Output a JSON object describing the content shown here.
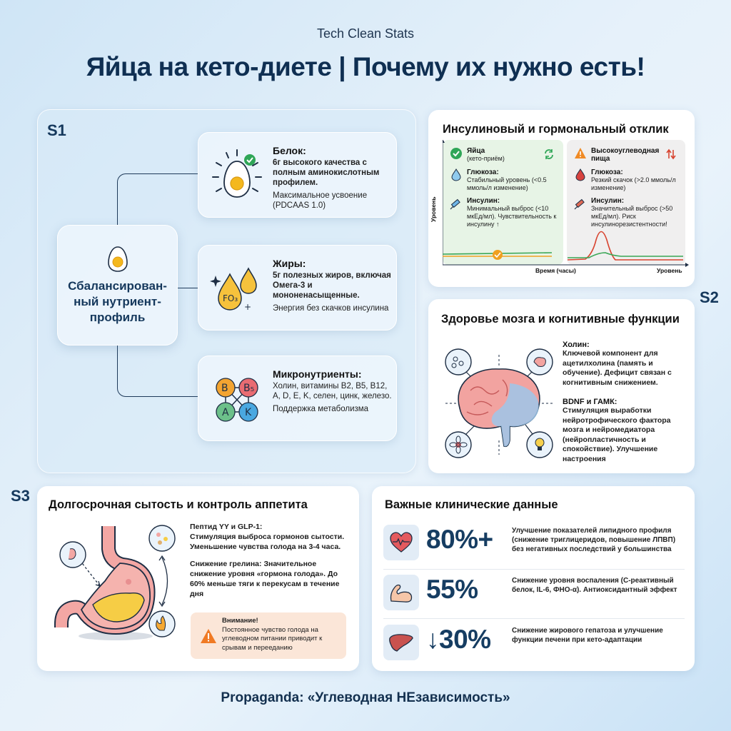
{
  "header": {
    "brand": "Tech Clean Stats",
    "title": "Яйца на кето-диете | Почему их нужно есть!"
  },
  "footer": {
    "text": "Propaganda: «Углеводная НЕзависимость»"
  },
  "section_labels": {
    "s1": "S1",
    "s2": "S2",
    "s3": "S3"
  },
  "s1": {
    "hub": {
      "icon": "egg-icon",
      "text": "Сбалансирован-ный нутриент-профиль"
    },
    "cards": [
      {
        "icon": "egg-check-icon",
        "title": "Белок:",
        "body": "6г высокого качества с полным аминокислотным профилем.",
        "note": "Максимальное усвоение (PDCAAS 1.0)"
      },
      {
        "icon": "fat-drops-icon",
        "title": "Жиры:",
        "body": "5г полезных жиров, включая Омега-3 и мононенасыщенные.",
        "note": "Энергия без скачков инсулина"
      },
      {
        "icon": "vitamins-icon",
        "title": "Микронутриенты:",
        "body": "Холин, витамины B2, B5, B12, A, D, E, K, селен, цинк, железо.",
        "note": "Поддержка метаболизма",
        "vitamin_badges": [
          "B",
          "B₅",
          "A",
          "K"
        ]
      }
    ]
  },
  "insulin": {
    "title": "Инсулиновый и гормональный отклик",
    "y_axis": "Уровень",
    "x_axis": "Время (часы)",
    "x_axis_end": "Уровень",
    "keto": {
      "heading": "Яйца",
      "subheading": "(кето-приём)",
      "glucose_title": "Глюкоза:",
      "glucose_body": "Стабильный уровень (<0.5 ммоль/л изменение)",
      "insulin_title": "Инсулин:",
      "insulin_body": "Минимальный выброс (<10 мкЕд/мл). Чувствительность к инсулину ↑"
    },
    "carb": {
      "heading": "Высокоуглеводная пища",
      "glucose_title": "Глюкоза:",
      "glucose_body": "Резкий скачок (>2.0 ммоль/л изменение)",
      "insulin_title": "Инсулин:",
      "insulin_body": "Значительный выброс (>50 мкЕд/мл). Риск инсулинорезистентности!"
    },
    "colors": {
      "keto_bg": "#e7f4e6",
      "carb_bg": "#f0efef",
      "green": "#3aa655",
      "orange": "#f0a020",
      "red": "#d8432f"
    }
  },
  "brain": {
    "title": "Здоровье мозга и когнитивные функции",
    "choline_title": "Холин:",
    "choline_body": "Ключевой компонент для ацетилхолина (память и обучение). Дефицит связан с когнитивным снижением.",
    "bdnf_title": "BDNF и ГАМК:",
    "bdnf_body": "Стимуляция выработки нейротрофического фактора мозга и нейромедиатора (нейропластичность и спокойствие). Улучшение настроения"
  },
  "satiety": {
    "title": "Долгосрочная сытость и контроль аппетита",
    "p1_title": "Пептид YY и GLP-1:",
    "p1_body": "Стимуляция выброса гормонов сытости. Уменьшение чувства голода на 3-4 часа.",
    "p2_title": "Снижение грелина:",
    "p2_body": "Значительное снижение уровня «гормона голода». До 60% меньше тяги к перекусам в течение дня",
    "warning_title": "Внимание!",
    "warning_body": "Постоянное чувство голода на углеводном питании приводит к срывам и перееданию"
  },
  "clinical": {
    "title": "Важные клинические данные",
    "stats": [
      {
        "icon": "heart-pulse-icon",
        "value": "80%+",
        "desc": "Улучшение показателей липидного профиля (снижение триглицеридов, повышение ЛПВП) без негативных последствий у большинства"
      },
      {
        "icon": "muscle-icon",
        "value": "55%",
        "desc": "Снижение уровня воспаления (С-реактивный белок, IL-6, ФНО-α). Антиоксидантный эффект"
      },
      {
        "icon": "liver-icon",
        "value": "↓30%",
        "desc": "Снижение жирового гепатоза и улучшение функции печени при кето-адаптации"
      }
    ]
  }
}
